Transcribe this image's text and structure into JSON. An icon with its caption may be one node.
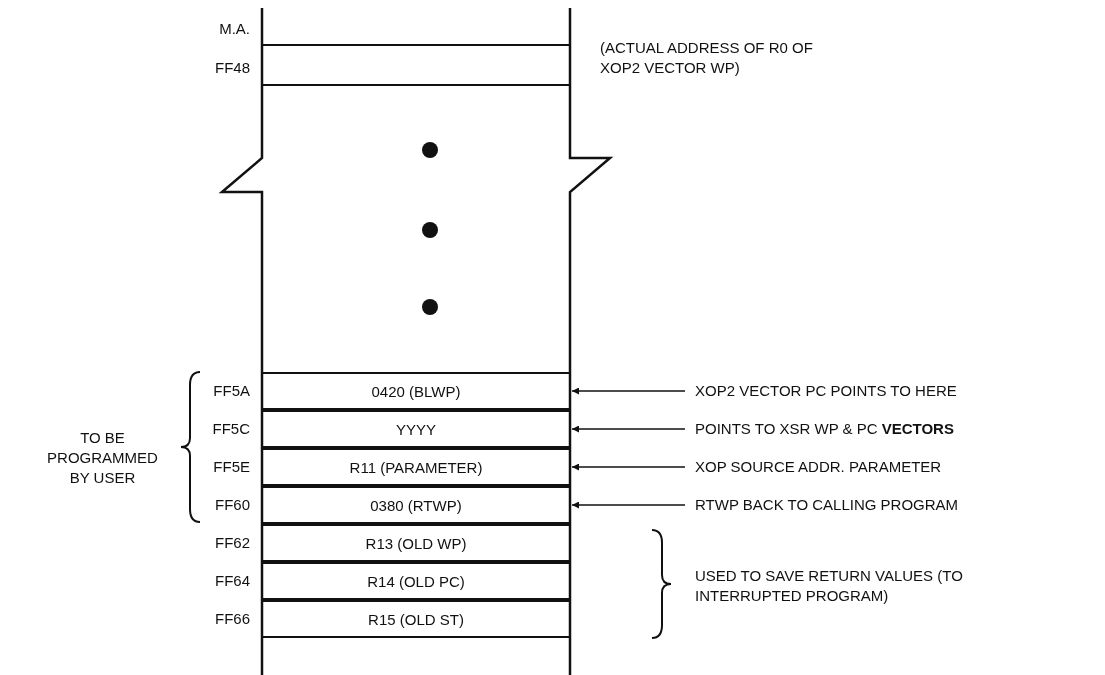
{
  "diagram": {
    "nodes": [
      {
        "text": [
          "0420 (BLWP)"
        ],
        "beside": [
          "FF5A"
        ]
      },
      {
        "text": [
          "XOP2 VECTOR PC POINTS TO HERE"
        ]
      },
      {
        "text": [
          "YYYY"
        ],
        "beside": [
          "FF5C"
        ]
      },
      {
        "text": [
          "POINTS TO XSR WP & PC **VECTORS**"
        ]
      },
      {
        "text": [
          "R11 (PARAMETER)"
        ],
        "beside": [
          "FF5E"
        ]
      },
      {
        "text": [
          "XOP SOURCE ADDR. PARAMETER"
        ]
      },
      {
        "text": [
          "0380 (RTWP)"
        ],
        "beside": [
          "FF60"
        ]
      },
      {
        "text": [
          "RTWP BACK TO CALLING PROGRAM"
        ]
      },
      {
        "text": [
          "R13 (OLD WP)"
        ],
        "beside": [
          "FF62"
        ]
      },
      {
        "text": [
          "R14 (OLD PC)"
        ],
        "beside": [
          "FF64"
        ]
      },
      {
        "text": [
          "R15 (OLD ST)"
        ],
        "beside": [
          "FF66"
        ]
      }
    ],
    "edges": [
      {
        "from": 1,
        "to": 0,
        "arrow": "to"
      },
      {
        "from": 3,
        "to": 2,
        "arrow": "to"
      },
      {
        "from": 5,
        "to": 4,
        "arrow": "to"
      },
      {
        "from": 7,
        "to": 6,
        "arrow": "to"
      }
    ],
    "labels": [
      "M.A.",
      "FF48",
      "(ACTUAL ADDRESS OF R0 OF XOP2 VECTOR WP)",
      "TO BE PROGRAMMED BY USER",
      "USED TO SAVE RETURN VALUES (TO INTERRUPTED PROGRAM)"
    ]
  }
}
